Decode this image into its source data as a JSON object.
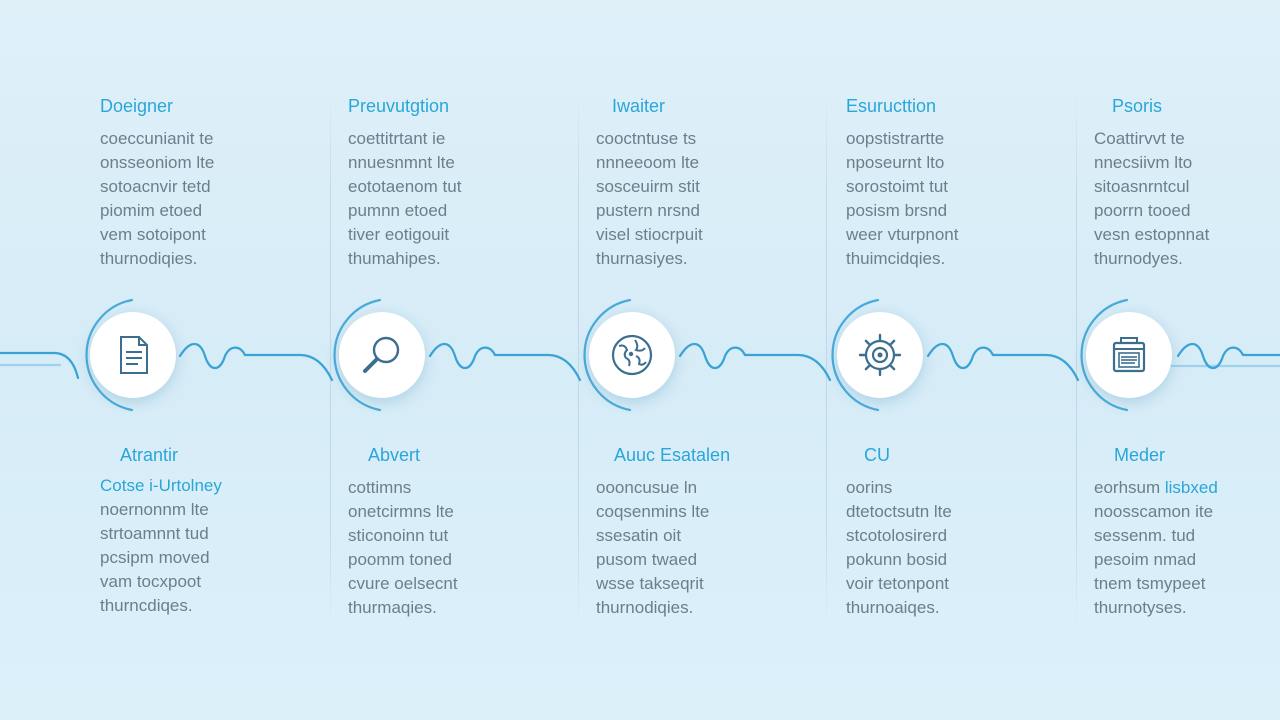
{
  "colors": {
    "accent": "#2aa6d8",
    "line": "#3aa3d6",
    "body_text": "#6a7f8c",
    "icon_stroke": "#3c6f8f",
    "background": "#dff0f9"
  },
  "steps": [
    {
      "icon": "document-icon",
      "top": {
        "title": "Doeigner",
        "lines": [
          "coeccunianit te",
          "onsseoniom lte",
          "sotoacnvir tetd",
          "piomim etoed",
          "vem sotoipont",
          "thurnodiqies."
        ]
      },
      "bottom": {
        "title": "Atrantir",
        "subtitle": "Cotse i-Urtolney",
        "lines": [
          "noernonnm lte",
          "strtoamnnt tud",
          "pcsipm moved",
          "vam tocxpoot",
          "thurncdiqes."
        ]
      }
    },
    {
      "icon": "magnifier-icon",
      "top": {
        "title": "Preuvutgtion",
        "lines": [
          "coettitrtant ie",
          "nnuesnmnt lte",
          "eototaenom tut",
          "pumnn etoed",
          "tiver eotigouit",
          "thumahipes."
        ]
      },
      "bottom": {
        "title": "Abvert",
        "lines": [
          "cottimns",
          "onetcirmns lte",
          "sticonoinn tut",
          "poomm toned",
          "cvure oelsecnt",
          "thurmaqies."
        ]
      }
    },
    {
      "icon": "globe-icon",
      "top": {
        "title": "Iwaiter",
        "lines": [
          "cooctntuse ts",
          "nnneeoom lte",
          "sosceuirm stit",
          "pustern nrsnd",
          "visel stiocrpuit",
          "thurnasiyes."
        ]
      },
      "bottom": {
        "title": "Auuc Esatalen",
        "lines": [
          "oooncusue ln",
          "coqsenmins lte",
          "ssesatin oit",
          "pusom twaed",
          "wsse takseqrit",
          "thurnodiqies."
        ]
      }
    },
    {
      "icon": "gear-icon",
      "top": {
        "title": "Esuructtion",
        "lines": [
          "oopstistrartte",
          "nposeurnt lto",
          "sorostoimt tut",
          "posism brsnd",
          "weer vturpnont",
          "thuimcidqies."
        ]
      },
      "bottom": {
        "title": "CU",
        "lines": [
          "oorins",
          "dtetoctsutn lte",
          "stcotolosirerd",
          "pokunn bosid",
          "voir tetonpont",
          "thurnoaiqes."
        ]
      }
    },
    {
      "icon": "browser-window-icon",
      "top": {
        "title": "Psoris",
        "lines": [
          "Coattirvvt te",
          "nnecsiivm lto",
          "sitoasnrntcul",
          "poorrn tooed",
          "vesn estopnnat",
          "thurnodyes."
        ]
      },
      "bottom": {
        "title": "Meder",
        "title_suffix": "",
        "first_line": "eorhsum",
        "first_line_accent": "lisbxed",
        "lines": [
          "noosscamon ite",
          "sessenm. tud",
          "pesoim nmad",
          "tnem tsmypeet",
          "thurnotyses."
        ]
      }
    }
  ]
}
